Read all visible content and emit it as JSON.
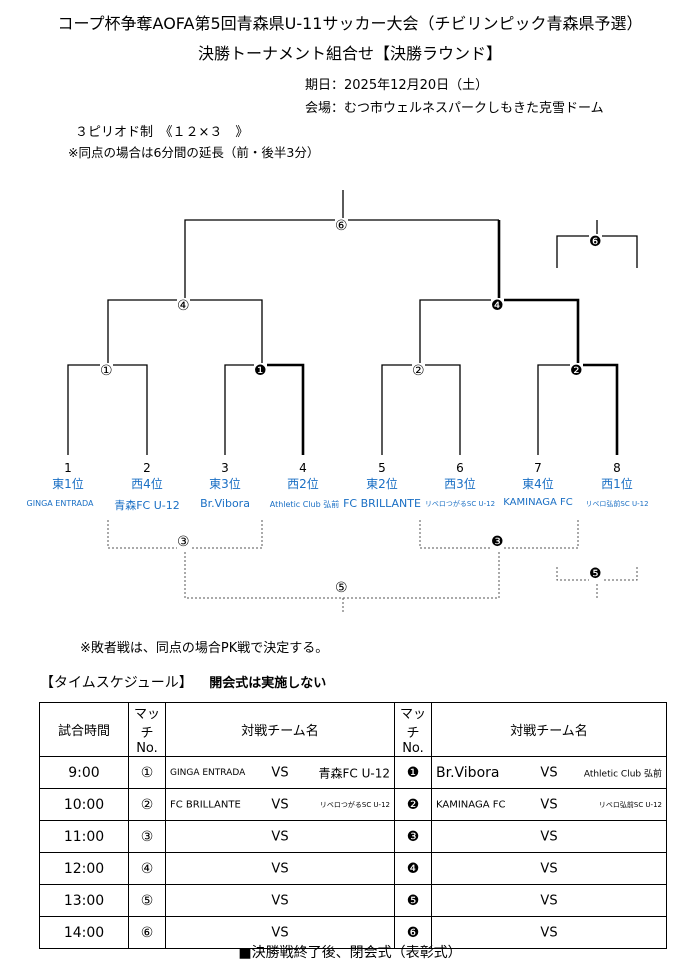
{
  "header": {
    "title": "コープ杯争奪AOFA第5回青森県U-11サッカー大会（チビリンピック青森県予選）",
    "subtitle": "決勝トーナメント組合せ【決勝ラウンド】",
    "date": "期日：2025年12月20日（土）",
    "venue": "会場：むつ市ウェルネスパークしもきた克雪ドーム",
    "period": "３ピリオド制　《１２×３　》",
    "extension": "※同点の場合は6分間の延長（前・後半3分）"
  },
  "bracket": {
    "seeds": [
      {
        "num": "1",
        "pos": "東1位",
        "team": "GINGA ENTRADA"
      },
      {
        "num": "2",
        "pos": "西4位",
        "team": "青森FC U-12"
      },
      {
        "num": "3",
        "pos": "東3位",
        "team": "Br.Vibora"
      },
      {
        "num": "4",
        "pos": "西2位",
        "team": "Athletic Club 弘前"
      },
      {
        "num": "5",
        "pos": "東2位",
        "team": "FC BRILLANTE"
      },
      {
        "num": "6",
        "pos": "西3位",
        "team": "リベロつがるSC U-12"
      },
      {
        "num": "7",
        "pos": "東4位",
        "team": "KAMINAGA FC"
      },
      {
        "num": "8",
        "pos": "西1位",
        "team": "リベロ弘前SC U-12"
      }
    ],
    "marks": {
      "m1": "①",
      "m2": "②",
      "m3": "③",
      "m4": "④",
      "m5": "⑤",
      "m6": "⑥",
      "b1": "❶",
      "b2": "❷",
      "b3": "❸",
      "b4": "❹",
      "b5": "❺",
      "b6": "❻"
    }
  },
  "loser_note": "※敗者戦は、同点の場合PK戦で決定する。",
  "schedule": {
    "title": "【タイムスケジュール】",
    "ceremony_note": "開会式は実施しない",
    "col_time": "試合時間",
    "col_match": "マッチNo.",
    "col_teams": "対戦チーム名",
    "vs": "VS",
    "rows": [
      {
        "time": "9:00",
        "m1": "①",
        "a1": "GINGA ENTRADA",
        "b1": "青森FC U-12",
        "m2": "❶",
        "a2": "Br.Vibora",
        "b2": "Athletic Club 弘前"
      },
      {
        "time": "10:00",
        "m1": "②",
        "a1": "FC BRILLANTE",
        "b1": "リベロつがるSC U-12",
        "m2": "❷",
        "a2": "KAMINAGA FC",
        "b2": "リベロ弘前SC U-12"
      },
      {
        "time": "11:00",
        "m1": "③",
        "a1": "",
        "b1": "",
        "m2": "❸",
        "a2": "",
        "b2": ""
      },
      {
        "time": "12:00",
        "m1": "④",
        "a1": "",
        "b1": "",
        "m2": "❹",
        "a2": "",
        "b2": ""
      },
      {
        "time": "13:00",
        "m1": "⑤",
        "a1": "",
        "b1": "",
        "m2": "❺",
        "a2": "",
        "b2": ""
      },
      {
        "time": "14:00",
        "m1": "⑥",
        "a1": "",
        "b1": "",
        "m2": "❻",
        "a2": "",
        "b2": ""
      }
    ]
  },
  "footer": "■決勝戦終了後、閉会式（表彰式）",
  "colors": {
    "team_blue": "#1a6fc4",
    "line": "#000000"
  }
}
